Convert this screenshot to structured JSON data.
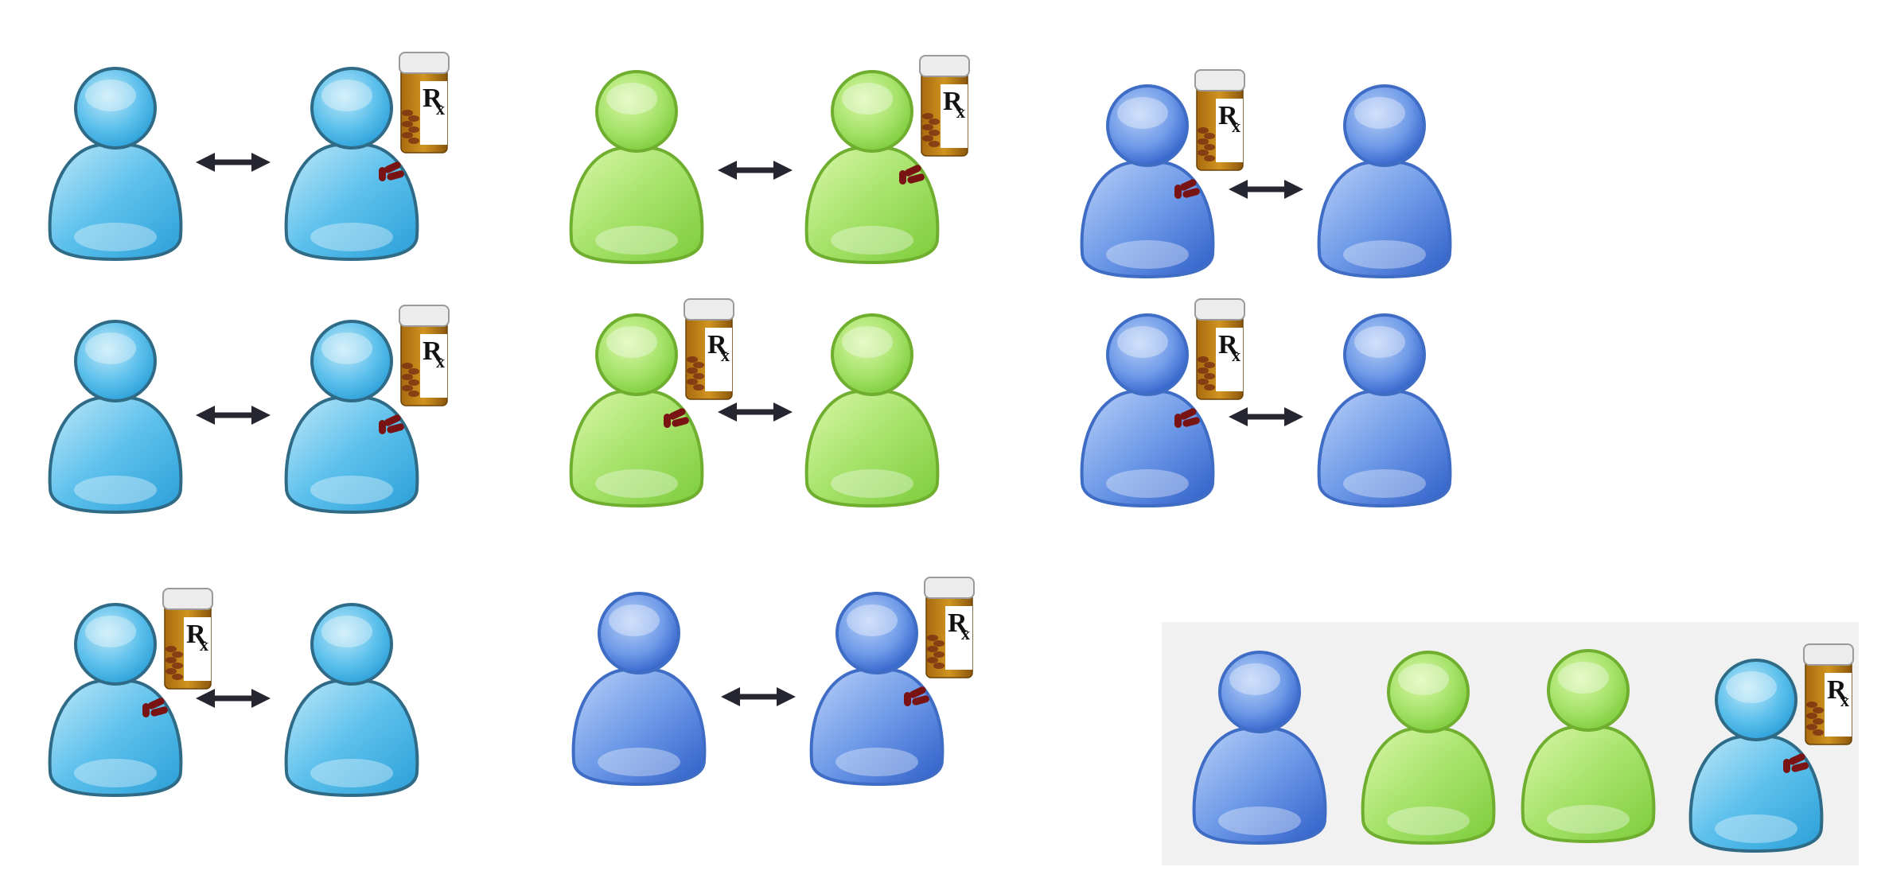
{
  "figure": {
    "pairs": [
      {
        "left": {
          "style": "cyan",
          "pill": false
        },
        "right": {
          "style": "cyan",
          "pill": true
        }
      },
      {
        "left": {
          "style": "green",
          "pill": false
        },
        "right": {
          "style": "green",
          "pill": true
        }
      },
      {
        "left": {
          "style": "blue",
          "pill": true
        },
        "right": {
          "style": "blue",
          "pill": false
        }
      },
      {
        "left": {
          "style": "cyan",
          "pill": false
        },
        "right": {
          "style": "cyan",
          "pill": true
        }
      },
      {
        "left": {
          "style": "green",
          "pill": true
        },
        "right": {
          "style": "green",
          "pill": false
        }
      },
      {
        "left": {
          "style": "blue",
          "pill": true
        },
        "right": {
          "style": "blue",
          "pill": false
        }
      },
      {
        "left": {
          "style": "cyan",
          "pill": true
        },
        "right": {
          "style": "cyan",
          "pill": false
        }
      },
      {
        "left": {
          "style": "blue",
          "pill": false
        },
        "right": {
          "style": "blue",
          "pill": true
        }
      }
    ],
    "group_box": [
      {
        "style": "blue",
        "pill": false
      },
      {
        "style": "green",
        "pill": false
      },
      {
        "style": "green",
        "pill": false
      },
      {
        "style": "cyan",
        "pill": true
      }
    ]
  },
  "bottle_label": {
    "symbol_r": "R",
    "symbol_x": "x"
  },
  "colors": {
    "cyan_light": "#bfe8f8",
    "cyan_mid": "#5cc0ec",
    "cyan_dark": "#2a9fd8",
    "cyan_stroke": "#2f6b86",
    "green_light": "#d9f7a8",
    "green_mid": "#a6e26a",
    "green_dark": "#7ccc3a",
    "green_stroke": "#6fae2e",
    "blue_light": "#b9d0f7",
    "blue_mid": "#6e9ae8",
    "blue_dark": "#2f5ec8",
    "blue_stroke": "#3f6cc4",
    "arrow": "#262630",
    "box_fill": "#f1f1f1",
    "bottle_amber": "#d19420",
    "bottle_cap": "#ececec",
    "pill": "#7a1414"
  },
  "icons": [
    "person-icon",
    "rx-bottle-icon",
    "pills-icon",
    "double-arrow-icon"
  ]
}
